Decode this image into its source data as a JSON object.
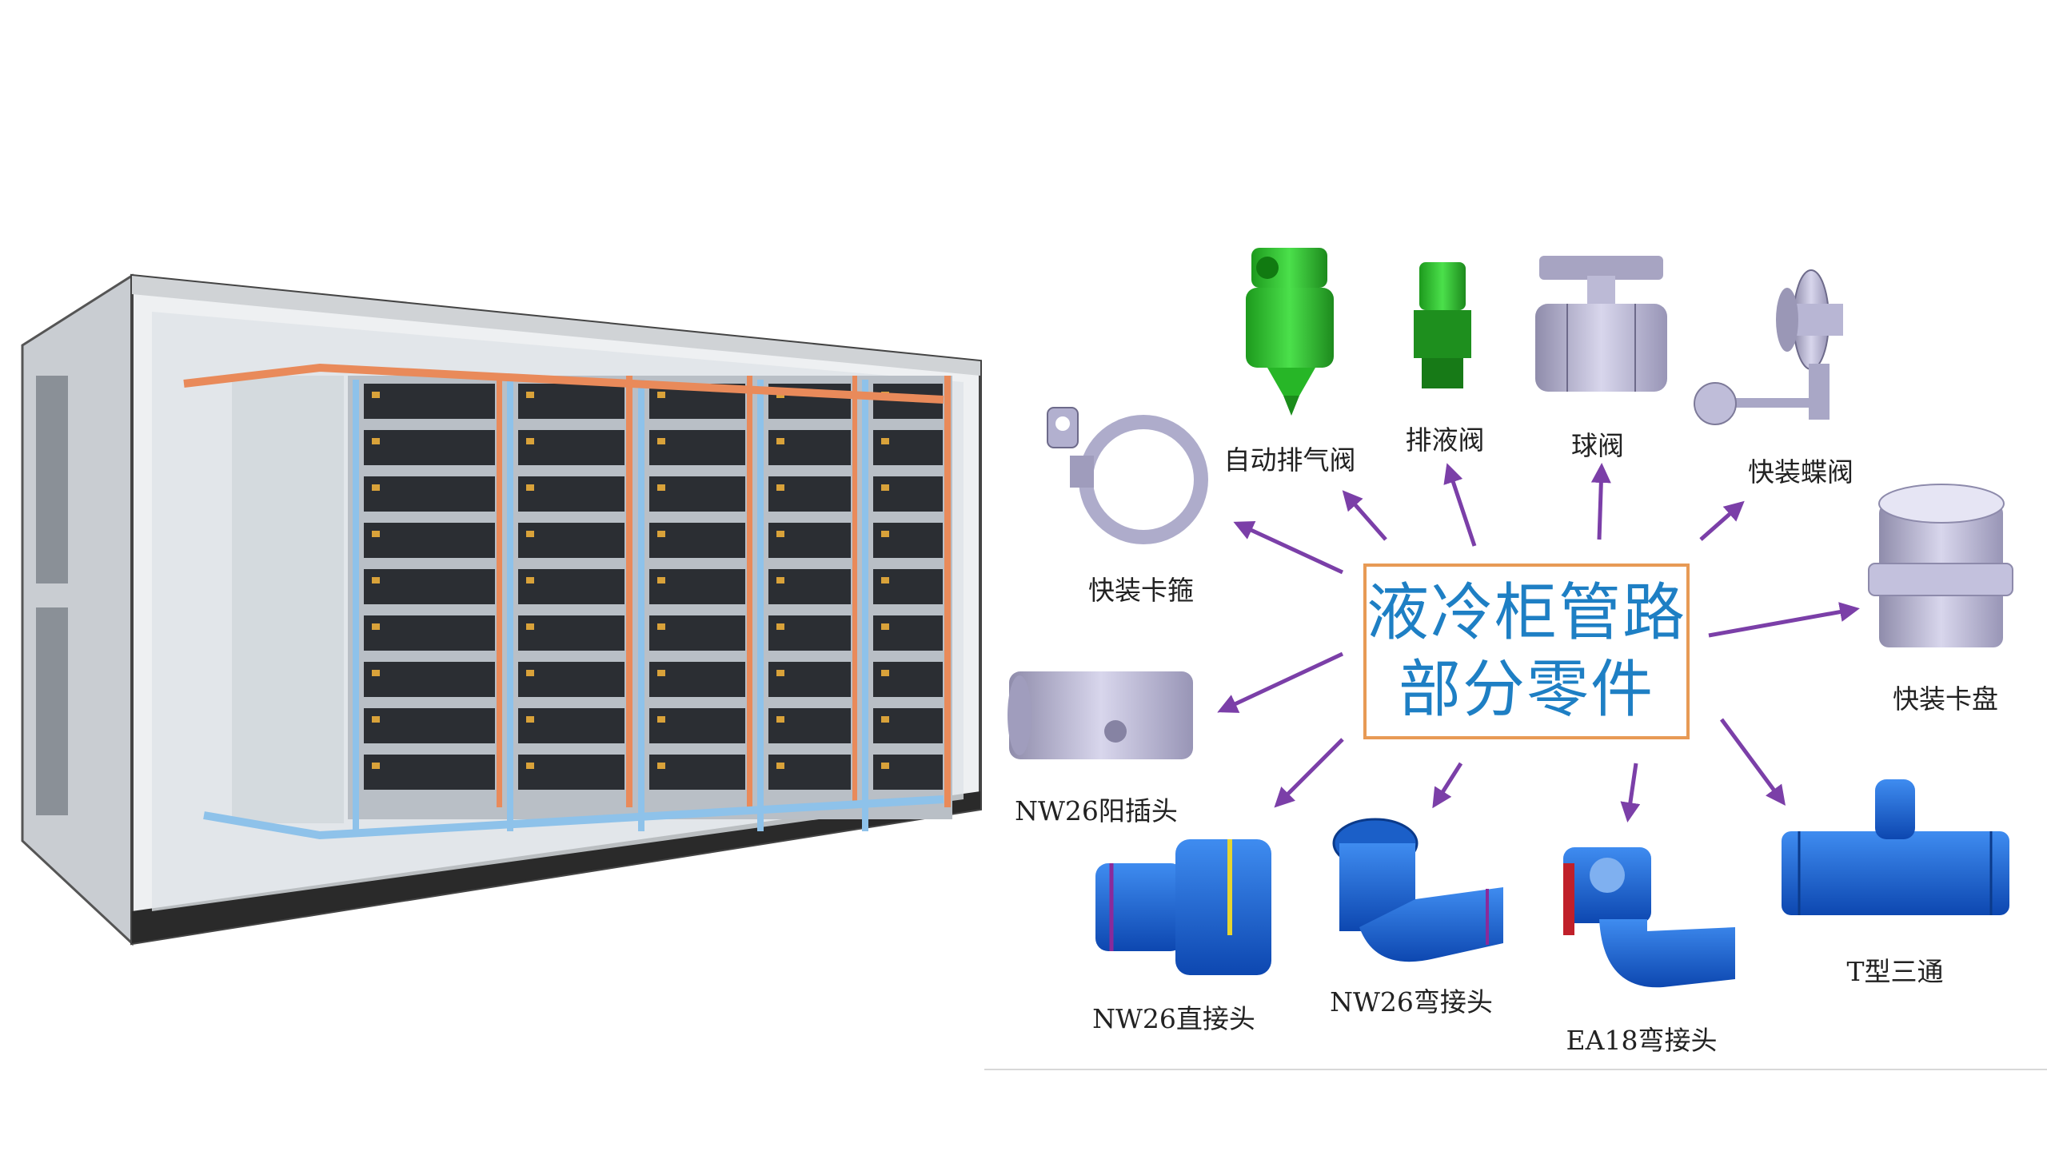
{
  "title": {
    "line1": "液冷柜管路",
    "line2": "部分零件"
  },
  "parts": [
    {
      "id": "air-vent-valve",
      "label": "自动排气阀"
    },
    {
      "id": "drain-valve",
      "label": "排液阀"
    },
    {
      "id": "ball-valve",
      "label": "球阀"
    },
    {
      "id": "butterfly-valve",
      "label": "快装蝶阀"
    },
    {
      "id": "quick-clamp",
      "label": "快装卡箍"
    },
    {
      "id": "quick-ferrule",
      "label": "快装卡盘"
    },
    {
      "id": "nw26-male",
      "label": "NW26阳插头"
    },
    {
      "id": "nw26-straight",
      "label": "NW26直接头"
    },
    {
      "id": "nw26-elbow",
      "label": "NW26弯接头"
    },
    {
      "id": "ea18-elbow",
      "label": "EA18弯接头"
    },
    {
      "id": "t-tee",
      "label": "T型三通"
    }
  ],
  "colors": {
    "title": "#1e7fc4",
    "box_border": "#e79a55",
    "arrow": "#7b3fa8",
    "part_blue": "#1565d8",
    "part_green": "#2ecc2e",
    "part_gray": "#b8b6d4"
  }
}
